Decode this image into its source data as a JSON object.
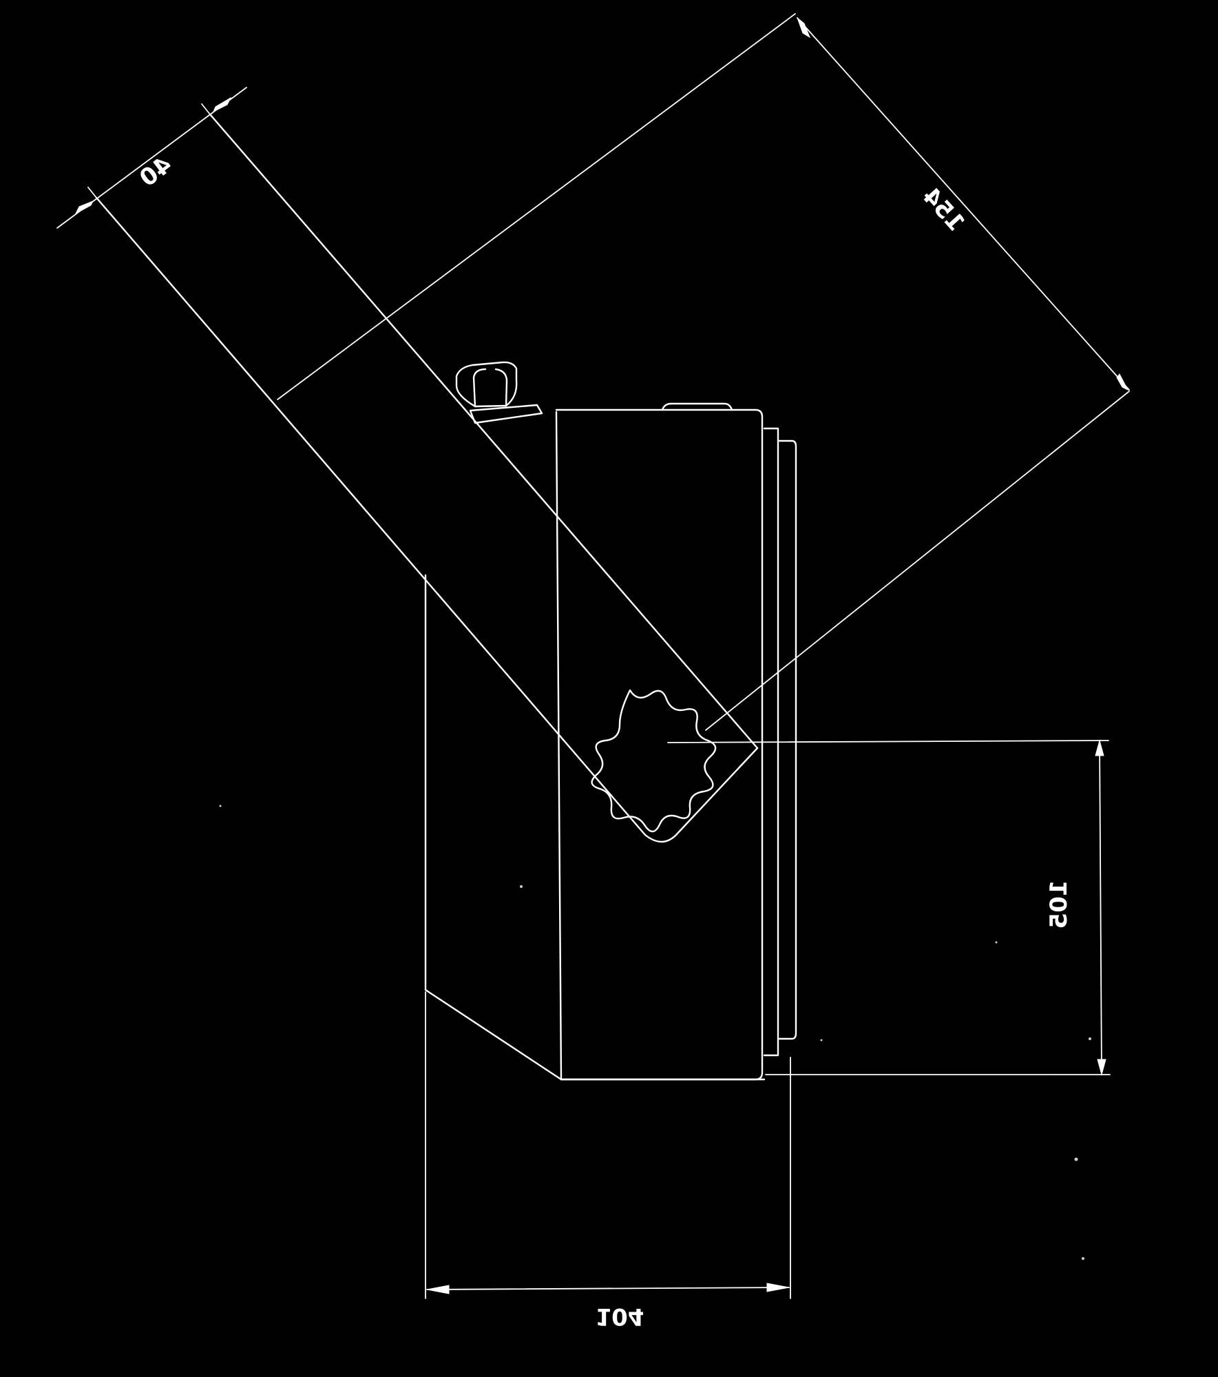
{
  "drawing": {
    "background_color": "#000000",
    "line_color": "#ffffff",
    "dimensions": {
      "arm_width": "40",
      "arm_length": "154",
      "height": "105",
      "base_width": "104"
    }
  }
}
